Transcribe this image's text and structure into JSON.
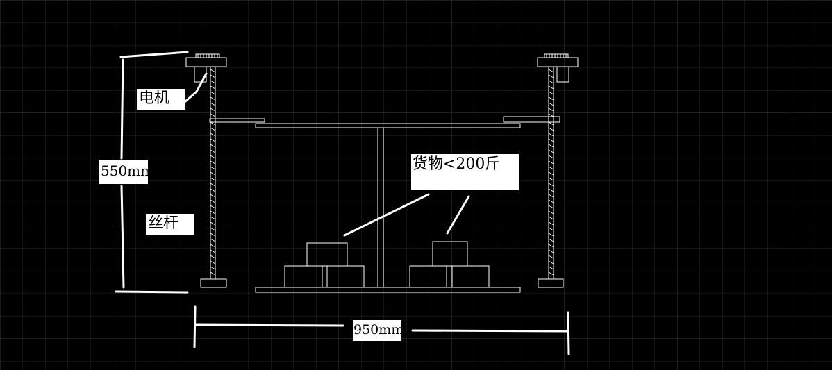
{
  "labels": {
    "motor": "电机",
    "height": "550mm",
    "lead_screw": "丝杆",
    "cargo": "货物<200斤",
    "width": "950mm"
  },
  "colors": {
    "background": "#000000",
    "grid": "#2a2d36",
    "grid_major": "#3a3e4a",
    "drawing": "#ffffff",
    "label_background": "#ffffff",
    "label_text": "#000000"
  }
}
